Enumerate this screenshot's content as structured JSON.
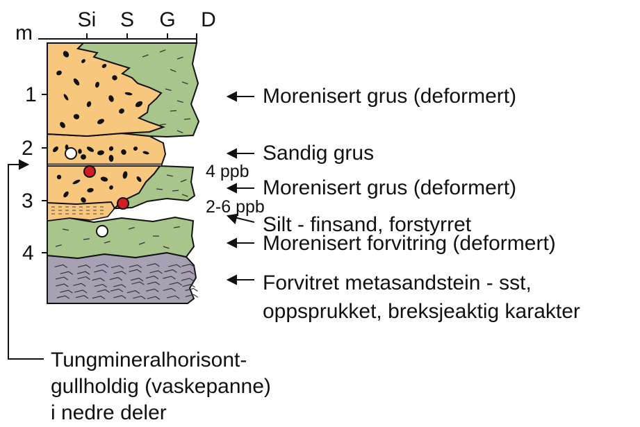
{
  "axis": {
    "unit": "m",
    "depth_ticks": [
      "1",
      "2",
      "3",
      "4"
    ],
    "grain_ticks": [
      "Si",
      "S",
      "G",
      "D"
    ]
  },
  "layers": [
    {
      "label": "Morenisert grus (deformert)"
    },
    {
      "label": "Sandig grus"
    },
    {
      "label": "Morenisert grus (deformert)"
    },
    {
      "label": "Silt - finsand, forstyrret"
    },
    {
      "label": "Morenisert forvitring (deformert)"
    },
    {
      "label": "Forvitret metasandstein - sst,",
      "label_line2": "oppsprukket, breksjeaktig karakter"
    }
  ],
  "values": {
    "upper": "4 ppb",
    "lower": "2-6 ppb"
  },
  "note": {
    "lines": [
      "Tungmineralhorisont-",
      "gullholdig (vaskepanne)",
      "i nedre deler"
    ]
  },
  "colors": {
    "moraine_green": "#a8c58c",
    "sand_orange": "#f8c77e",
    "bedrock_purple": "#a8a0b3",
    "sample_red": "#d01e24",
    "ink": "#111111"
  }
}
